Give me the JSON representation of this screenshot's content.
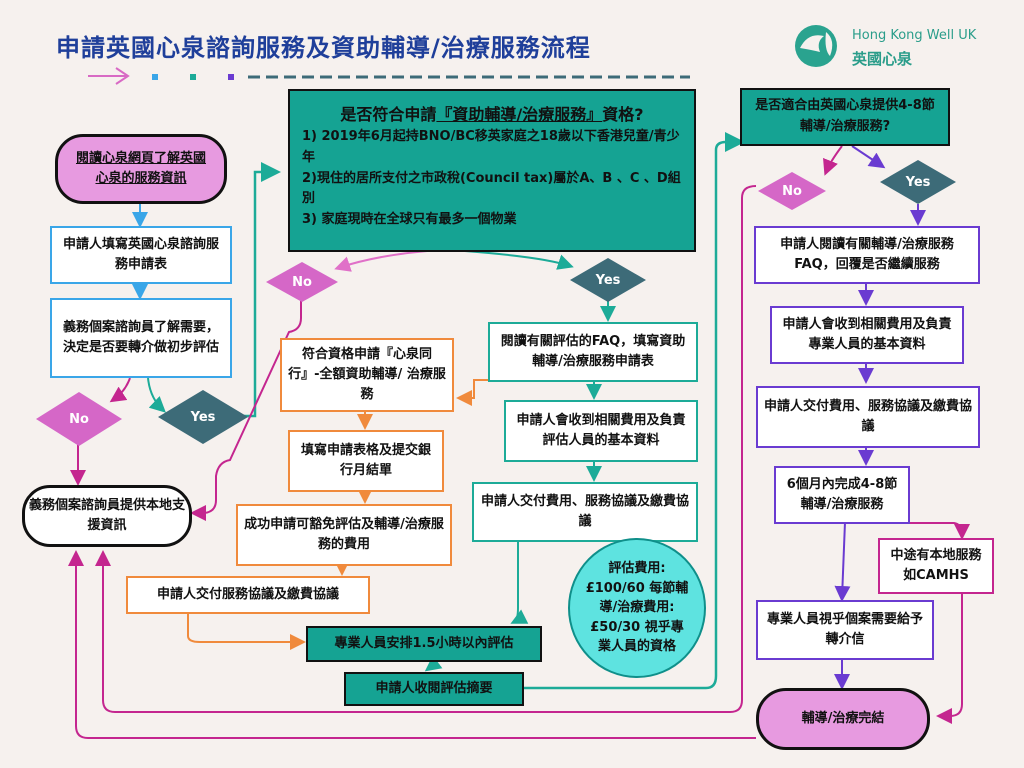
{
  "title": "申請英國心泉諮詢服務及資助輔導/治療服務流程",
  "logo": {
    "name": "Hong Kong Well UK",
    "name_zh": "英國心泉"
  },
  "colors": {
    "teal": "#1dab98",
    "blue": "#3aa6e8",
    "orange": "#f08a3c",
    "purple": "#6a3bd1",
    "magenta": "#c4268f",
    "dark_teal": "#15a393",
    "slate": "#3d6b78",
    "title": "#1f3f9a"
  },
  "left": {
    "start": "閱讀心泉網頁了解英國心泉的服務資訊",
    "step1": "申請人填寫英國心泉諮詢服務申請表",
    "step2": "義務個案諮詢員了解需要，決定是否要轉介做初步評估",
    "no": "No",
    "yes": "Yes",
    "local_support": "義務個案諮詢員提供本地支援資訊"
  },
  "eligibility": {
    "title_prefix": "是否符合申請",
    "title_link": "『資助輔導/治療服務』",
    "title_suffix": "資格?",
    "criteria": [
      "1) 2019年6月起持BNO/BC移英家庭之18歲以下香港兒童/青少年",
      "2)現住的居所支付之市政稅(Council tax)屬於A、B 、C 、D組別",
      "3) 家庭現時在全球只有最多一個物業"
    ],
    "no": "No",
    "yes": "Yes"
  },
  "funded": {
    "eligible": "符合資格申請『心泉同行』-全額資助輔導/ 治療服務",
    "form": "填寫申請表格及提交銀行月結單",
    "waived": "成功申請可豁免評估及輔導/治療服務的費用",
    "agreement": "申請人交付服務協議及繳費協議"
  },
  "paid": {
    "faq": "閱讀有關評估的FAQ，填寫資助輔導/治療服務申請表",
    "info": "申請人會收到相關費用及負責評估人員的基本資料",
    "pay": "申請人交付費用、服務協議及繳費協議",
    "fee_note": "評估費用: £100/60 每節輔導/治療費用:£50/30 視乎專業人員的資格"
  },
  "assessment": {
    "arrange": "專業人員安排1.5小時以內評估",
    "summary": "申請人收閱評估摘要"
  },
  "right": {
    "question": "是否適合由英國心泉提供4-8節輔導/治療服務?",
    "no": "No",
    "yes": "Yes",
    "faq": "申請人閱讀有關輔導/治療服務FAQ，回覆是否繼續服務",
    "info": "申請人會收到相關費用及負責專業人員的基本資料",
    "pay": "申請人交付費用、服務協議及繳費協議",
    "sessions": "6個月內完成4-8節輔導/治療服務",
    "camhs": "中途有本地服務如CAMHS",
    "referral": "專業人員視乎個案需要給予轉介信",
    "complete": "輔導/治療完結"
  }
}
